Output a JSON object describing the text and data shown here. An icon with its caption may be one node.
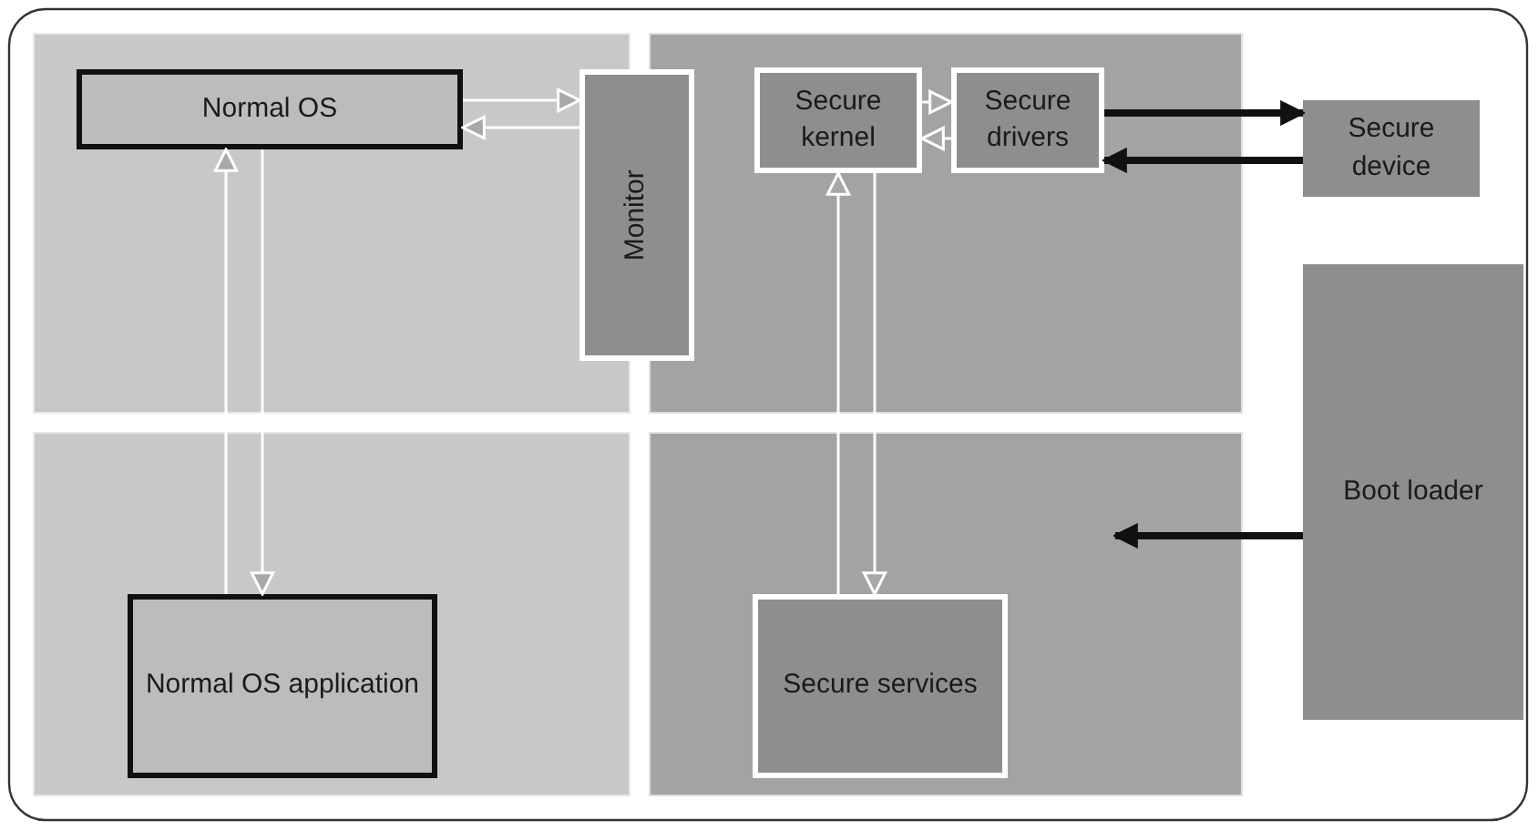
{
  "diagram": {
    "nodes": [
      {
        "text": [],
        "shape": "box"
      },
      {
        "text": [],
        "shape": "box"
      },
      {
        "text": [],
        "shape": "box"
      },
      {
        "text": [],
        "shape": "box"
      },
      {
        "text": [
          "Normal OS"
        ],
        "in": 0
      },
      {
        "text": [
          "Monitor"
        ]
      },
      {
        "text": [
          "Secure kernel"
        ],
        "in": 1
      },
      {
        "text": [
          "Secure drivers"
        ],
        "in": 1
      },
      {
        "text": [
          "Secure device"
        ]
      },
      {
        "text": [
          "Boot loader"
        ]
      },
      {
        "text": [
          "Normal OS application"
        ],
        "in": 2
      },
      {
        "text": [
          "Secure services"
        ],
        "in": 3
      }
    ],
    "edges": [
      {
        "from": 4,
        "to": 5,
        "arrow": "to"
      },
      {
        "from": 5,
        "to": 4,
        "arrow": "to"
      },
      {
        "from": 10,
        "to": 4,
        "arrow": "to"
      },
      {
        "from": 4,
        "to": 10,
        "arrow": "to"
      },
      {
        "from": 6,
        "to": 7,
        "arrow": "to"
      },
      {
        "from": 7,
        "to": 6,
        "arrow": "to"
      },
      {
        "from": 11,
        "to": 6,
        "arrow": "to"
      },
      {
        "from": 6,
        "to": 11,
        "arrow": "to"
      },
      {
        "from": 7,
        "to": 8,
        "arrow": "to",
        "style": "thick",
        "color": "#111111"
      },
      {
        "from": 8,
        "to": 7,
        "arrow": "to",
        "style": "thick",
        "color": "#111111"
      },
      {
        "from": 9,
        "to": 3,
        "arrow": "to",
        "style": "thick",
        "color": "#111111"
      }
    ]
  }
}
